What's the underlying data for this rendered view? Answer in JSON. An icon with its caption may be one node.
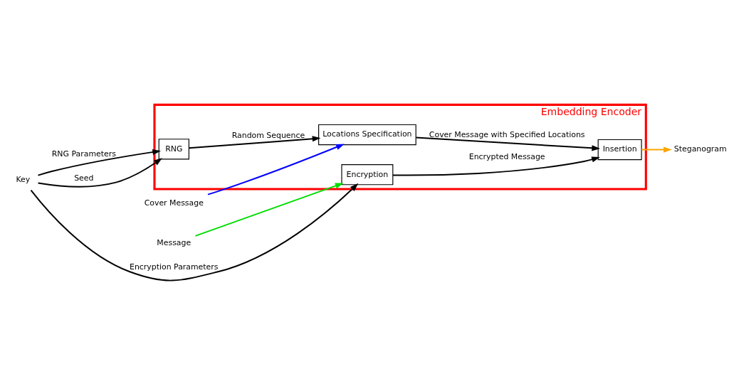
{
  "diagram": {
    "nodes": [
      {
        "text": [
          "Key"
        ]
      },
      {
        "text": [
          "Cover Message"
        ]
      },
      {
        "text": [
          "Message"
        ]
      },
      {
        "text": [
          "Embedding Encoder"
        ]
      },
      {
        "text": [
          "Encryption"
        ],
        "in": 3
      },
      {
        "text": [
          "RNG"
        ],
        "in": 3
      },
      {
        "text": [
          "Locations Specification"
        ],
        "in": 3
      },
      {
        "text": [
          "Insertion"
        ],
        "in": 3
      },
      {
        "text": [
          "Steganogram"
        ]
      }
    ],
    "edges": [
      {
        "from": 0,
        "to": 5,
        "arrow": "to",
        "label": "Seed"
      },
      {
        "from": 0,
        "to": 4,
        "arrow": "to",
        "label": "Encryption Parameters"
      },
      {
        "from": 0,
        "to": 5,
        "arrow": "to",
        "label": "RNG Parameters"
      },
      {
        "from": 1,
        "to": 6,
        "arrow": "to",
        "color": "#0000ff"
      },
      {
        "from": 2,
        "to": 4,
        "arrow": "to",
        "color": "#00dd00"
      },
      {
        "from": 4,
        "to": 7,
        "arrow": "to",
        "label": "Encrypted Message"
      },
      {
        "from": 5,
        "to": 6,
        "arrow": "to",
        "label": "Random Sequence"
      },
      {
        "from": 6,
        "to": 7,
        "arrow": "to",
        "label": "Cover Message with Specified Locations"
      },
      {
        "from": 7,
        "to": 8,
        "arrow": "to",
        "color": "#ffa500"
      }
    ]
  }
}
